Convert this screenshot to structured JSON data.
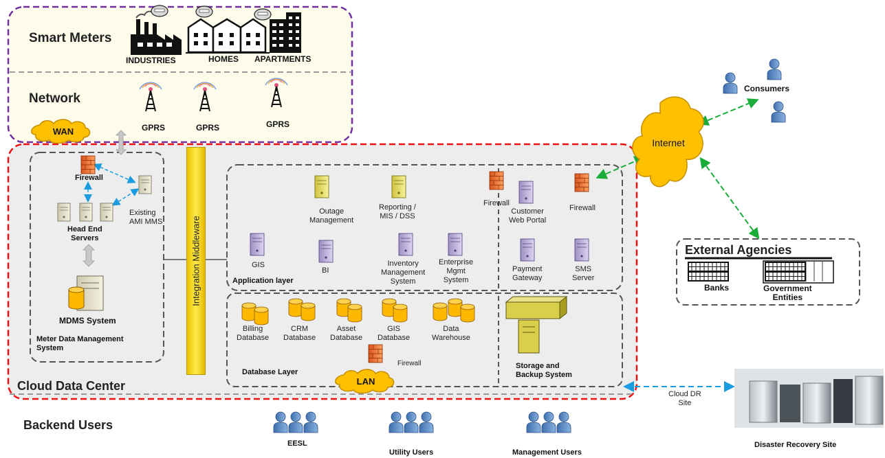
{
  "top": {
    "smart_meters": "Smart Meters",
    "network": "Network",
    "industries": "INDUSTRIES",
    "homes": "HOMES",
    "apartments": "APARTMENTS",
    "gprs": [
      "GPRS",
      "GPRS",
      "GPRS"
    ],
    "wan": "WAN"
  },
  "mdm": {
    "firewall": "Firewall",
    "existing_ami": "Existing\nAMI MMS",
    "head_end": "Head End\nServers",
    "mdms": "MDMS System",
    "title": "Meter Data Management\nSystem"
  },
  "middleware": "Integration Middleware",
  "app": {
    "outage": "Outage\nManagement",
    "reporting": "Reporting /\nMIS / DSS",
    "gis": "GIS",
    "bi": "BI",
    "inventory": "Inventory\nManagement\nSystem",
    "enterprise": "Enterprise\nMgmt\nSystem",
    "layer": "Application  layer",
    "firewall1": "Firewall",
    "web_portal": "Customer\nWeb Portal",
    "firewall2": "Firewall",
    "payment": "Payment\nGateway",
    "sms": "SMS\nServer"
  },
  "db": {
    "billing": "Billing\nDatabase",
    "crm": "CRM\nDatabase",
    "asset": "Asset\nDatabase",
    "gis": "GIS\nDatabase",
    "warehouse": "Data\nWarehouse",
    "firewall": "Firewall",
    "layer": "Database Layer",
    "lan": "LAN",
    "storage": "Storage and\nBackup System"
  },
  "cloud_dc": "Cloud Data Center",
  "internet": "Internet",
  "consumers": "Consumers",
  "external": {
    "title": "External Agencies",
    "banks": "Banks",
    "gov": "Government\nEntities"
  },
  "dr": {
    "link": "Cloud DR\nSite",
    "site": "Disaster Recovery Site"
  },
  "backend": {
    "title": "Backend Users",
    "eesl": "EESL",
    "utility": "Utility Users",
    "management": "Management  Users"
  },
  "colors": {
    "purple_border": "#7030a0",
    "red_border": "#ee1111",
    "cloud_orange": "#ffc000",
    "db_gold": "#ffb800",
    "green_arrow": "#1aad3a",
    "blue_arrow": "#1b9ce0",
    "user_blue": "#4a7fbf"
  }
}
